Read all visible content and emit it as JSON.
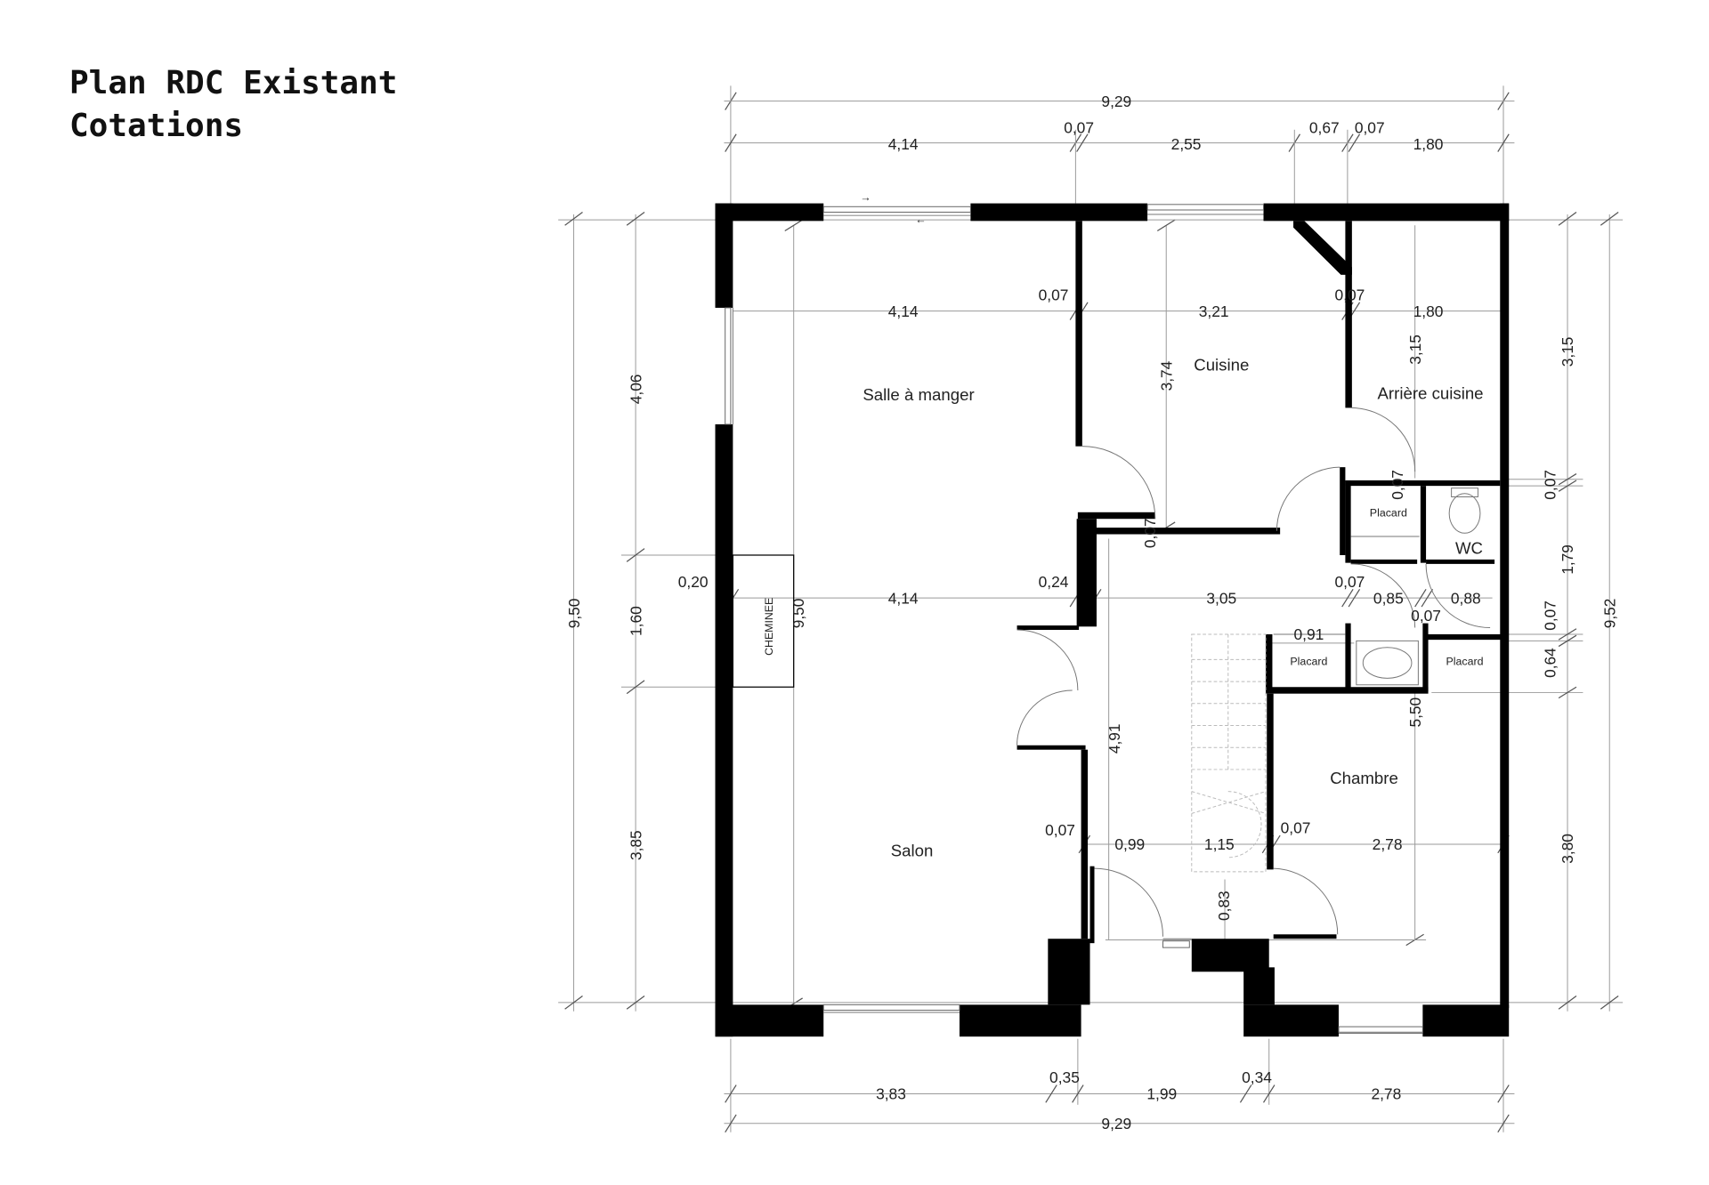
{
  "title": {
    "line1": "Plan RDC Existant",
    "line2": "Cotations"
  },
  "rooms": {
    "salle_a_manger": "Salle à manger",
    "cuisine": "Cuisine",
    "arriere_cuisine": "Arrière cuisine",
    "salon": "Salon",
    "chambre": "Chambre",
    "wc": "WC",
    "placard_1": "Placard",
    "placard_2": "Placard",
    "placard_3": "Placard",
    "cheminee": "CHEMINEE"
  },
  "dims": {
    "top_total": "9,29",
    "top_a": "4,14",
    "top_b": "0,07",
    "top_c": "2,55",
    "top_d": "0,67",
    "top_e": "0,07",
    "top_f": "1,80",
    "r1_a": "4,14",
    "r1_b": "0,07",
    "r1_c": "3,21",
    "r1_d": "0,07",
    "r1_e": "1,80",
    "r2_a": "0,20",
    "r2_b": "4,14",
    "r2_c": "0,24",
    "r2_d": "3,05",
    "r2_e": "0,07",
    "r2_f": "0,85",
    "r2_g": "0,88",
    "r2_h": "0,07",
    "v_cuisine": "3,74",
    "v_arriere": "3,15",
    "v_placard": "0,07",
    "v_hall": "0,07",
    "v_cheminee": "9,50",
    "r3_a": "0,91",
    "v_stair": "4,91",
    "v_chambre": "5,50",
    "r4_a": "0,07",
    "r4_b": "0,99",
    "r4_c": "1,15",
    "r4_d": "0,07",
    "r4_e": "2,78",
    "v_door": "0,83",
    "left_total": "9,50",
    "left_a": "4,06",
    "left_b": "1,60",
    "left_c": "3,85",
    "right_total": "9,52",
    "right_a": "3,15",
    "right_b": "0,07",
    "right_c": "1,79",
    "right_d": "0,07",
    "right_e": "0,64",
    "right_f": "3,80",
    "bot_a": "3,83",
    "bot_b": "0,35",
    "bot_c": "1,99",
    "bot_d": "0,34",
    "bot_e": "2,78",
    "bot_total": "9,29"
  }
}
